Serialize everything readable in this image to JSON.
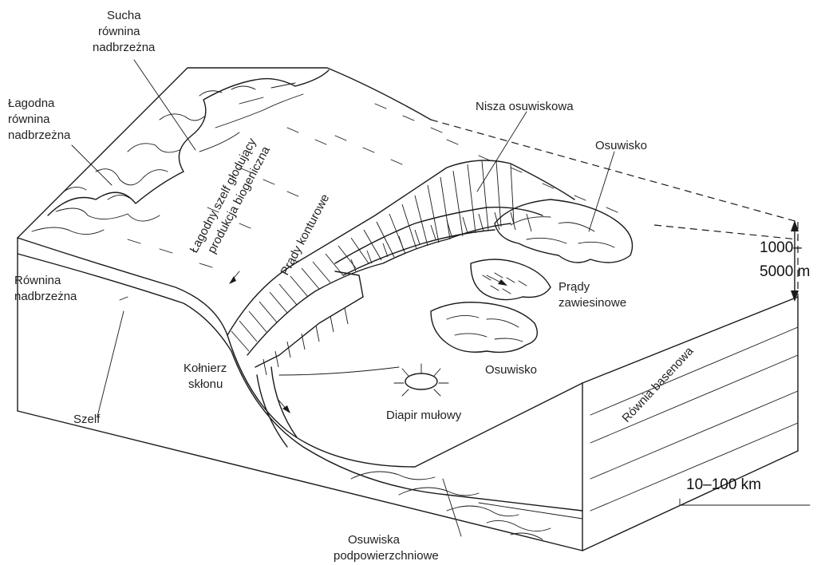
{
  "labels": {
    "sucha": [
      "Sucha",
      "równina",
      "nadbrzeżna"
    ],
    "lagodna": [
      "Łagodna",
      "równina",
      "nadbrzeżna"
    ],
    "rownina": [
      "Równina",
      "nadbrzeżna"
    ],
    "szelf": "Szelf",
    "kolnierz": [
      "Kołnierz",
      "skłonu"
    ],
    "shelf_text": [
      "Łagodny szelf głodujący",
      "produkcja biogeniczna"
    ],
    "prady_konturowe": "Prądy konturowe",
    "nisza": "Nisza osuwiskowa",
    "osuwisko_top": "Osuwisko",
    "prady_zawiesinowe": [
      "Prądy",
      "zawiesinowe"
    ],
    "osuwisko_bottom": "Osuwisko",
    "diapir": "Diapir mułowy",
    "rownia": "Równia basenowa",
    "osuwiska_podp": [
      "Osuwiska",
      "podpowierzchniowe"
    ]
  },
  "scale": {
    "depth": [
      "1000–",
      "5000 m"
    ],
    "horizontal": "10–100 km"
  }
}
